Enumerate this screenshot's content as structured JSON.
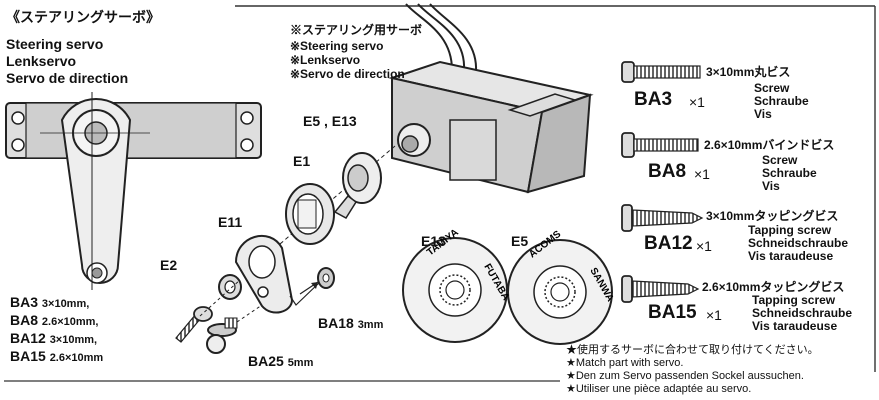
{
  "servo_title": {
    "jp": "《ステアリングサーボ》",
    "en": "Steering servo",
    "de": "Lenkservo",
    "fr": "Servo de direction"
  },
  "servo_callout": {
    "jp": "※ステアリング用サーボ",
    "en": "※Steering servo",
    "de": "※Lenkservo",
    "fr": "※Servo de direction"
  },
  "parts": {
    "e5_e13": "E5 , E13",
    "e1": "E1",
    "e11": "E11",
    "e2": "E2",
    "e13": "E13",
    "e5": "E5",
    "ba18": "BA18",
    "ba18_size": "3mm",
    "ba25": "BA25",
    "ba25_size": "5mm"
  },
  "screw_list": [
    {
      "code": "BA3",
      "size": "3×10mm,"
    },
    {
      "code": "BA8",
      "size": "2.6×10mm,"
    },
    {
      "code": "BA12",
      "size": "3×10mm,"
    },
    {
      "code": "BA15",
      "size": "2.6×10mm"
    }
  ],
  "horn_text": {
    "e13_top": "TAMIYA",
    "e13_side": "FUTABA",
    "e5_top": "ACOMS",
    "e5_side": "SANWA"
  },
  "hardware": [
    {
      "code": "BA3",
      "qty": "×1",
      "jp": "3×10mm丸ビス",
      "en": "Screw",
      "de": "Schraube",
      "fr": "Vis"
    },
    {
      "code": "BA8",
      "qty": "×1",
      "jp": "2.6×10mmバインドビス",
      "en": "Screw",
      "de": "Schraube",
      "fr": "Vis"
    },
    {
      "code": "BA12",
      "qty": "×1",
      "jp": "3×10mmタッピングビス",
      "en": "Tapping screw",
      "de": "Schneidschraube",
      "fr": "Vis taraudeuse"
    },
    {
      "code": "BA15",
      "qty": "×1",
      "jp": "2.6×10mmタッピングビス",
      "en": "Tapping screw",
      "de": "Schneidschraube",
      "fr": "Vis taraudeuse"
    }
  ],
  "notes": [
    "★使用するサーボに合わせて取り付けてください。",
    "★Match part with servo.",
    "★Den zum Servo passenden Sockel aussuchen.",
    "★Utiliser une pièce adaptée au servo."
  ]
}
